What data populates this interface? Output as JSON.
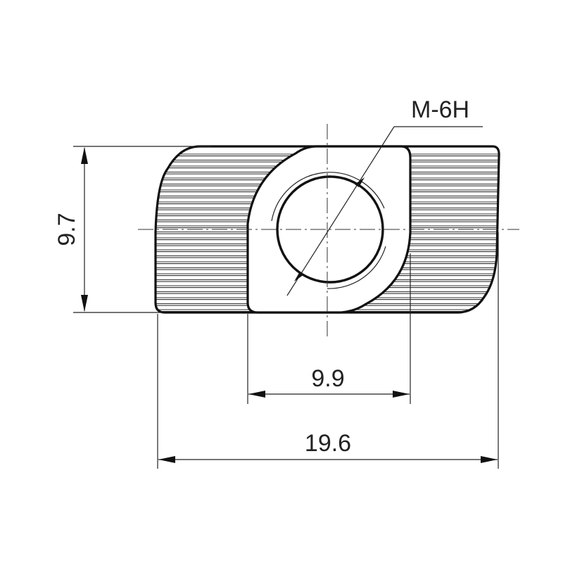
{
  "drawing": {
    "thread_label": "M-6H",
    "height_label": "9.7",
    "inner_width_label": "9.9",
    "overall_width_label": "19.6",
    "line_color": "#111111",
    "background": "#ffffff"
  }
}
